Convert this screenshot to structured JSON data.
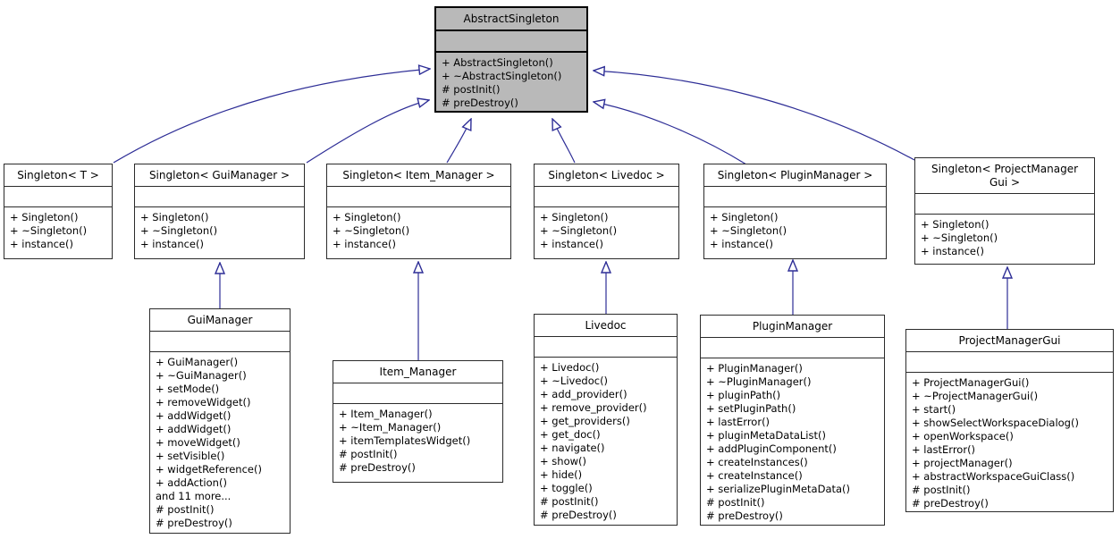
{
  "colors": {
    "edge": "#2d2d96",
    "focus_fill": "#b9b9b9",
    "box_fill": "#ffffff",
    "border": "#2b2b2b"
  },
  "classes": {
    "abstract_singleton": {
      "name": "AbstractSingleton",
      "methods": [
        "+ AbstractSingleton()",
        "+ ~AbstractSingleton()",
        "# postInit()",
        "# preDestroy()"
      ]
    },
    "singleton_t": {
      "name": "Singleton< T >",
      "methods": [
        "+ Singleton()",
        "+ ~Singleton()",
        "+ instance()"
      ]
    },
    "singleton_guimanager": {
      "name": "Singleton< GuiManager >",
      "methods": [
        "+ Singleton()",
        "+ ~Singleton()",
        "+ instance()"
      ]
    },
    "singleton_item_manager": {
      "name": "Singleton< Item_Manager >",
      "methods": [
        "+ Singleton()",
        "+ ~Singleton()",
        "+ instance()"
      ]
    },
    "singleton_livedoc": {
      "name": "Singleton< Livedoc >",
      "methods": [
        "+ Singleton()",
        "+ ~Singleton()",
        "+ instance()"
      ]
    },
    "singleton_pluginmanager": {
      "name": "Singleton< PluginManager >",
      "methods": [
        "+ Singleton()",
        "+ ~Singleton()",
        "+ instance()"
      ]
    },
    "singleton_projectmanagergui": {
      "name_line1": "Singleton< ProjectManager",
      "name_line2": "Gui >",
      "methods": [
        "+ Singleton()",
        "+ ~Singleton()",
        "+ instance()"
      ]
    },
    "guimanager": {
      "name": "GuiManager",
      "methods": [
        "+ GuiManager()",
        "+ ~GuiManager()",
        "+ setMode()",
        "+ removeWidget()",
        "+ addWidget()",
        "+ addWidget()",
        "+ moveWidget()",
        "+ setVisible()",
        "+ widgetReference()",
        "+ addAction()",
        "and 11 more...",
        "# postInit()",
        "# preDestroy()"
      ]
    },
    "item_manager": {
      "name": "Item_Manager",
      "methods": [
        "+ Item_Manager()",
        "+ ~Item_Manager()",
        "+ itemTemplatesWidget()",
        "# postInit()",
        "# preDestroy()"
      ]
    },
    "livedoc": {
      "name": "Livedoc",
      "methods": [
        "+ Livedoc()",
        "+ ~Livedoc()",
        "+ add_provider()",
        "+ remove_provider()",
        "+ get_providers()",
        "+ get_doc()",
        "+ navigate()",
        "+ show()",
        "+ hide()",
        "+ toggle()",
        "# postInit()",
        "# preDestroy()"
      ]
    },
    "pluginmanager": {
      "name": "PluginManager",
      "methods": [
        "+ PluginManager()",
        "+ ~PluginManager()",
        "+ pluginPath()",
        "+ setPluginPath()",
        "+ lastError()",
        "+ pluginMetaDataList()",
        "+ addPluginComponent()",
        "+ createInstances()",
        "+ createInstance()",
        "+ serializePluginMetaData()",
        "# postInit()",
        "# preDestroy()"
      ]
    },
    "projectmanagergui": {
      "name": "ProjectManagerGui",
      "methods": [
        "+ ProjectManagerGui()",
        "+ ~ProjectManagerGui()",
        "+ start()",
        "+ showSelectWorkspaceDialog()",
        "+ openWorkspace()",
        "+ lastError()",
        "+ projectManager()",
        "+ abstractWorkspaceGuiClass()",
        "# postInit()",
        "# preDestroy()"
      ]
    }
  }
}
